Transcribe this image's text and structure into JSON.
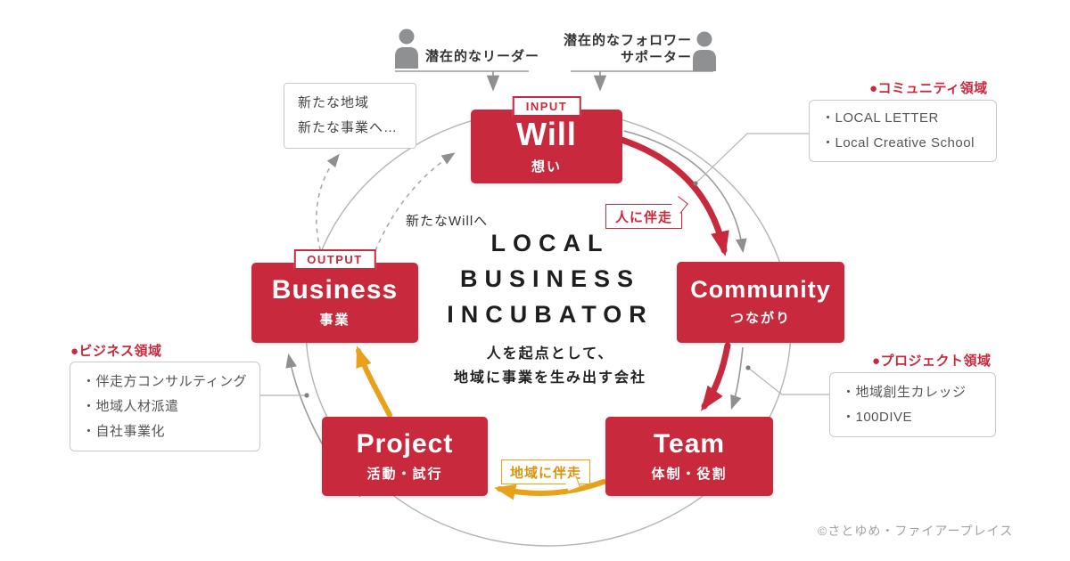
{
  "colors": {
    "red": "#c9293c",
    "orange": "#e8a11b",
    "gray_line": "#a9a9a9",
    "text_dark": "#333333",
    "text_gray": "#555555"
  },
  "actors": {
    "leader_label": "潜在的なリーダー",
    "follower_label_line1": "潜在的なフォロワー",
    "follower_label_line2": "サポーター"
  },
  "nodes": {
    "will": {
      "tag": "INPUT",
      "en": "Will",
      "ja": "想い"
    },
    "community": {
      "en": "Community",
      "ja": "つながり"
    },
    "team": {
      "en": "Team",
      "ja": "体制・役割"
    },
    "project": {
      "en": "Project",
      "ja": "活動・試行"
    },
    "business": {
      "tag": "OUTPUT",
      "en": "Business",
      "ja": "事業"
    }
  },
  "flow_labels": {
    "accompany_person": "人に伴走",
    "accompany_region": "地域に伴走",
    "to_new_will": "新たなWillへ"
  },
  "future_box": {
    "line1": "新たな地域",
    "line2": "新たな事業へ…"
  },
  "callouts": {
    "community_area": {
      "label": "●コミュニティ領域",
      "items": [
        "・LOCAL LETTER",
        "・Local Creative School"
      ]
    },
    "project_area": {
      "label": "●プロジェクト領域",
      "items": [
        "・地域創生カレッジ",
        "・100DIVE"
      ]
    },
    "business_area": {
      "label": "●ビジネス領域",
      "items": [
        "・伴走方コンサルティング",
        "・地域人材派遣",
        "・自社事業化"
      ]
    }
  },
  "center": {
    "title_lines": [
      "LOCAL",
      "BUSINESS",
      "INCUBATOR"
    ],
    "subtitle_lines": [
      "人を起点として、",
      "地域に事業を生み出す会社"
    ]
  },
  "credit": "©さとゆめ・ファイアープレイス"
}
